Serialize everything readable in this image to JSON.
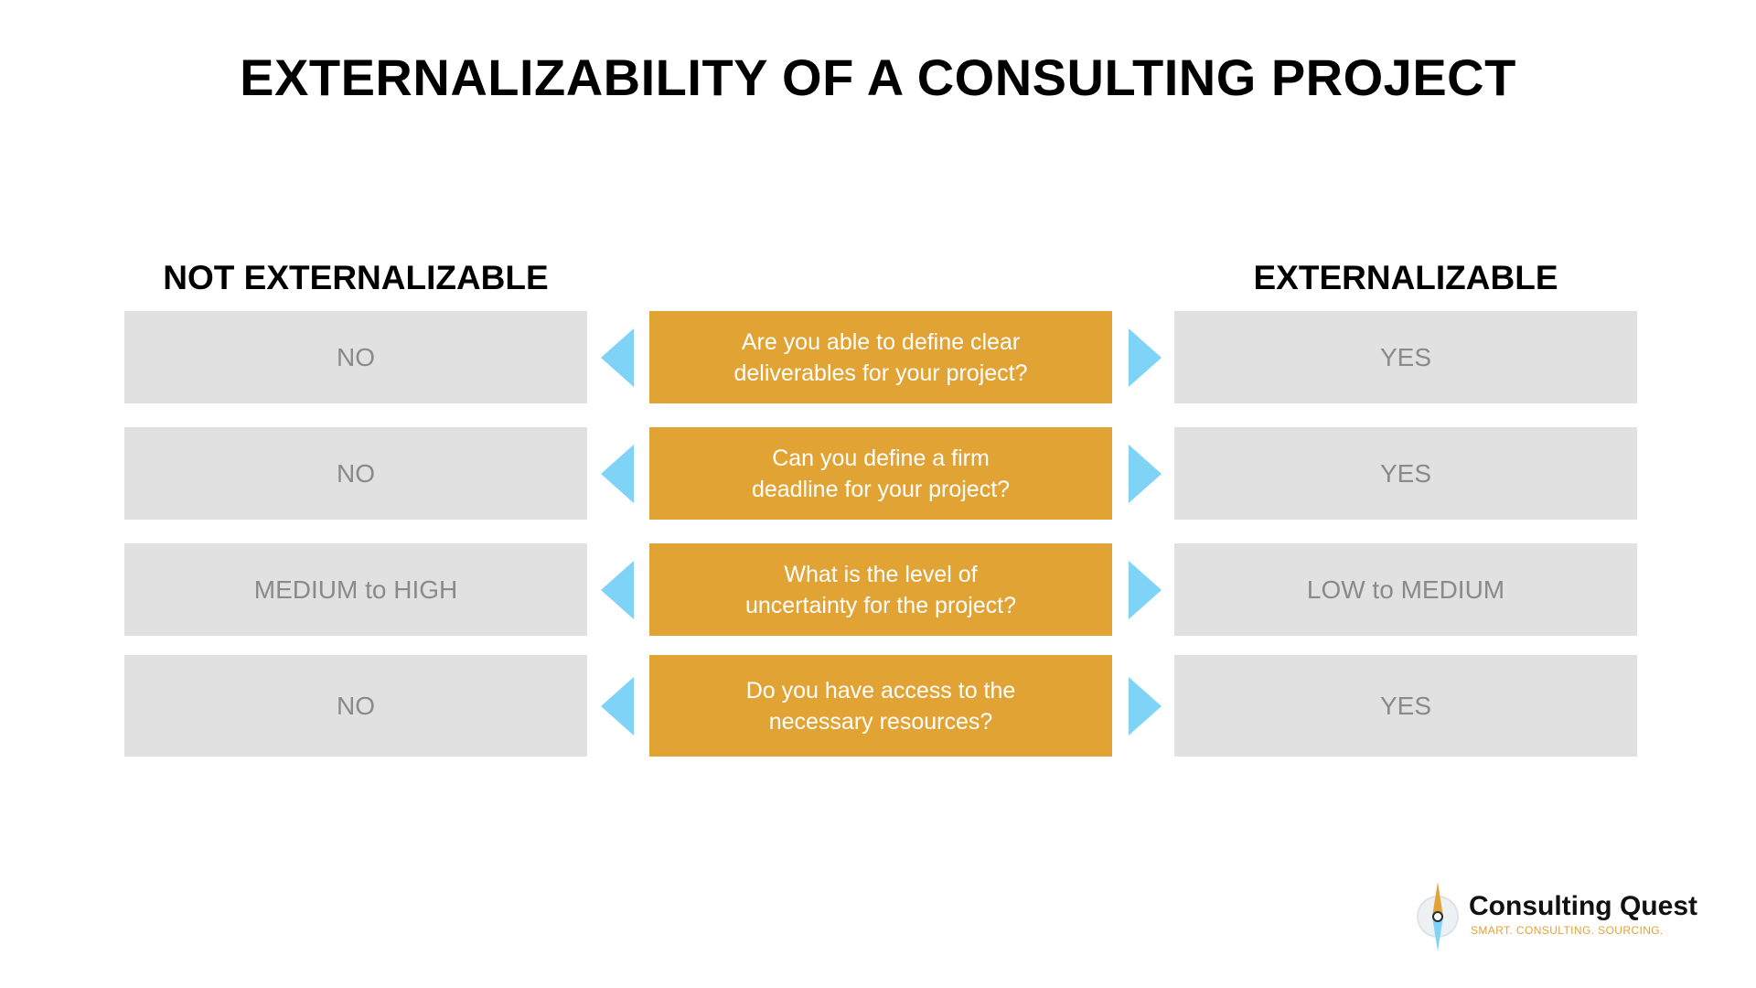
{
  "title": "EXTERNALIZABILITY OF A CONSULTING PROJECT",
  "headers": {
    "left": "NOT EXTERNALIZABLE",
    "right": "EXTERNALIZABLE"
  },
  "rows": [
    {
      "question": "Are you able to define clear\ndeliverables for your project?",
      "left_answer": "NO",
      "right_answer": "YES"
    },
    {
      "question": "Can you define a firm\ndeadline for your project?",
      "left_answer": "NO",
      "right_answer": "YES"
    },
    {
      "question": "What is the level of\nuncertainty for the project?",
      "left_answer": "MEDIUM to HIGH",
      "right_answer": "LOW to MEDIUM"
    },
    {
      "question": "Do you have access to the\nnecessary resources?",
      "left_answer": "NO",
      "right_answer": "YES"
    }
  ],
  "logo": {
    "name": "Consulting Quest",
    "tagline": "SMART. CONSULTING. SOURCING."
  },
  "colors": {
    "question_box": "#e2a335",
    "answer_box": "#e1e1e1",
    "arrow": "#7fd3f7",
    "answer_text": "#8a8a8a"
  },
  "icons": {
    "arrow_left": "triangle-left-icon",
    "arrow_right": "triangle-right-icon",
    "logo": "compass-needle-icon"
  }
}
